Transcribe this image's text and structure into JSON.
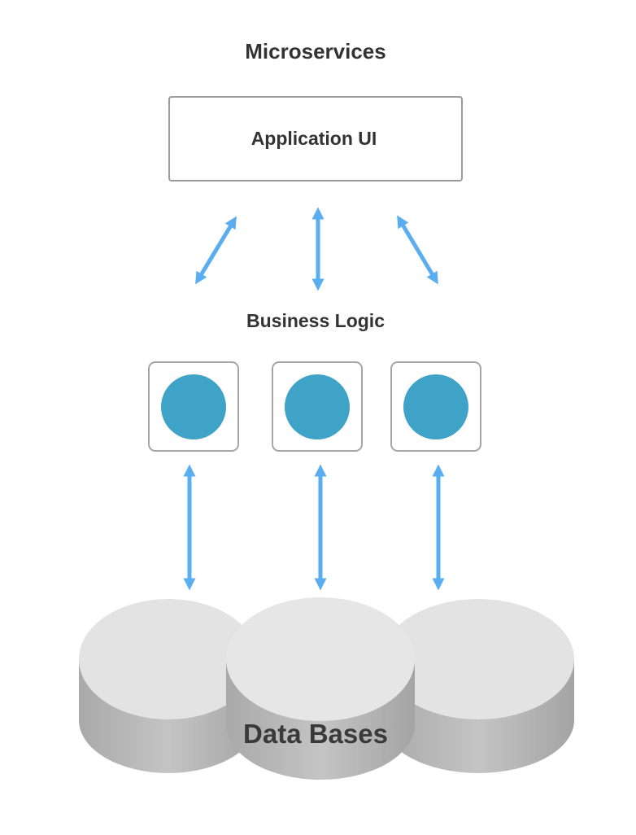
{
  "title": "Microservices",
  "application_ui": {
    "label": "Application UI"
  },
  "business_logic": {
    "label": "Business Logic",
    "services": [
      {
        "icon": "service-node-icon"
      },
      {
        "icon": "service-node-icon"
      },
      {
        "icon": "service-node-icon"
      }
    ]
  },
  "databases": {
    "label": "Data Bases",
    "count": 3
  },
  "colors": {
    "arrow": "#5aaef0",
    "service_node": "#3fa3c8",
    "box_border": "#9a9a9a",
    "db_top": "#e3e3e3",
    "db_side": "#b9b9b9"
  }
}
